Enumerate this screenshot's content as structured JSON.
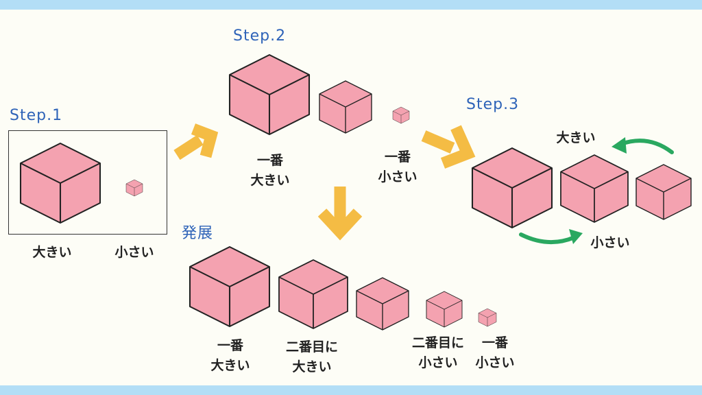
{
  "colors": {
    "band": "#b3def6",
    "background": "#fdfdf6",
    "cube_face": "#f4a2b0",
    "cube_edge": "#222222",
    "arrow_yellow": "#f4bc44",
    "arrow_green": "#2aa860",
    "step_title": "#2e63b8"
  },
  "step1": {
    "title": "Step.1",
    "big_label": "大きい",
    "small_label": "小さい"
  },
  "step2": {
    "title": "Step.2",
    "largest_line1": "一番",
    "largest_line2": "大きい",
    "smallest_line1": "一番",
    "smallest_line2": "小さい"
  },
  "step3": {
    "title": "Step.3",
    "big_label": "大きい",
    "small_label": "小さい"
  },
  "advanced": {
    "title": "発展",
    "largest_line1": "一番",
    "largest_line2": "大きい",
    "second_large_line1": "二番目に",
    "second_large_line2": "大きい",
    "second_small_line1": "二番目に",
    "second_small_line2": "小さい",
    "smallest_line1": "一番",
    "smallest_line2": "小さい"
  }
}
